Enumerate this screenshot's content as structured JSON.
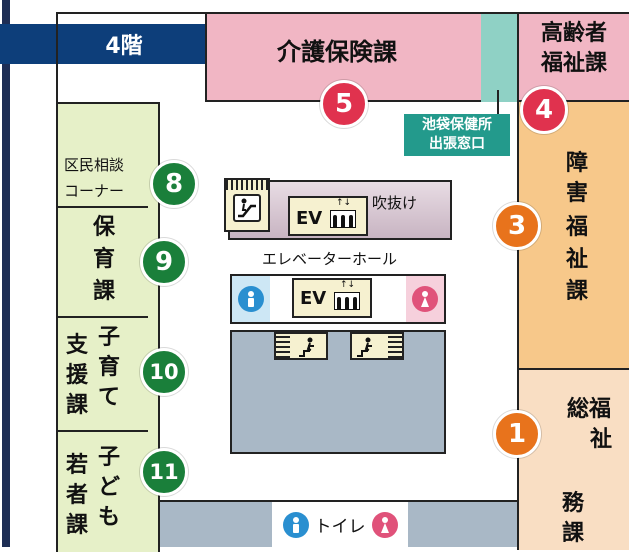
{
  "floor_label": "4階",
  "rooms": {
    "kaigo": {
      "label": "介護保険課",
      "number": "5"
    },
    "koureisha": {
      "label_line1": "高齢者",
      "label_line2": "福祉課",
      "number": "4"
    },
    "ikebukuro": {
      "label_line1": "池袋保健所",
      "label_line2": "出張窓口"
    },
    "shougai": {
      "label": [
        "障",
        "害",
        "福",
        "祉",
        "課"
      ],
      "number": "3"
    },
    "soumu": {
      "label_line1": "総福",
      "label_line2": "祉",
      "label_bottom1": "務",
      "label_bottom2": "課",
      "number": "1"
    },
    "kumin": {
      "label_line1": "区民相談",
      "label_line2": "コーナー",
      "number": "8"
    },
    "hoiku": {
      "label": [
        "保",
        "育",
        "課"
      ],
      "number": "9"
    },
    "kosodate": {
      "col1": [
        "支",
        "援",
        "課"
      ],
      "col2": [
        "子",
        "育",
        "て"
      ],
      "number": "10"
    },
    "wakamono": {
      "col1": [
        "若",
        "者",
        "課"
      ],
      "col2": [
        "子",
        "ど",
        "も"
      ],
      "number": "11"
    }
  },
  "fukinuke": "吹抜け",
  "ev_label": "EV",
  "ev_hall": "エレベーターホール",
  "toilet": "トイレ",
  "colors": {
    "navy": "#0d3e7a",
    "pink": "#f1b6c4",
    "teal": "#8fd1c5",
    "orange_room": "#f7c88a",
    "peach_room": "#f9dec3",
    "green_room": "#e6f0c8",
    "gray_room": "#a9b8c6",
    "light_blue": "#cde7f5",
    "light_pink": "#f6d0dc",
    "circle_red": "#e0324e",
    "circle_orange": "#e8731c",
    "circle_green": "#1a7f3a"
  }
}
